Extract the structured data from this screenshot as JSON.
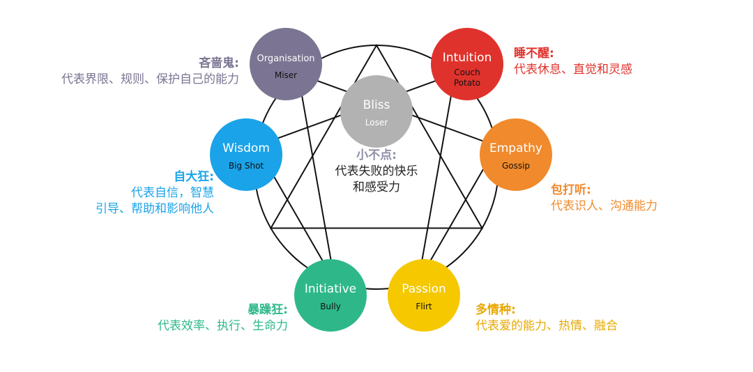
{
  "nodes": [
    {
      "id": "bliss",
      "title": "Bliss",
      "subtitle": "Loser",
      "color": "#b2b2b2",
      "label_title": "小不点:",
      "label_lines": [
        "代表失败的快乐",
        "和感受力"
      ],
      "label_color": "#8f8fa6",
      "label_desc_color": "#222222"
    },
    {
      "id": "intuition",
      "title": "Intuition",
      "subtitle": "Couch Potato",
      "color": "#e0322c",
      "label_title": "睡不醒:",
      "label_lines": [
        "代表休息、直觉和灵感"
      ],
      "label_color": "#e0322c",
      "label_desc_color": "#e0322c"
    },
    {
      "id": "empathy",
      "title": "Empathy",
      "subtitle": "Gossip",
      "color": "#f08a2c",
      "label_title": "包打听:",
      "label_lines": [
        "代表识人、沟通能力"
      ],
      "label_color": "#f08a2c",
      "label_desc_color": "#f08a2c"
    },
    {
      "id": "passion",
      "title": "Passion",
      "subtitle": "Flirt",
      "color": "#f5c800",
      "label_title": "多情种:",
      "label_lines": [
        "代表爱的能力、热情、融合"
      ],
      "label_color": "#e8a800",
      "label_desc_color": "#e8a800"
    },
    {
      "id": "initiative",
      "title": "Initiative",
      "subtitle": "Bully",
      "color": "#2eb88a",
      "label_title": "暴躁狂:",
      "label_lines": [
        "代表效率、执行、生命力"
      ],
      "label_color": "#2eb88a",
      "label_desc_color": "#2eb88a"
    },
    {
      "id": "wisdom",
      "title": "Wisdom",
      "subtitle": "Big Shot",
      "color": "#1aa3e8",
      "label_title": "自大狂:",
      "label_lines": [
        "代表自信，智慧",
        "引导、帮助和影响他人"
      ],
      "label_color": "#1aa3e8",
      "label_desc_color": "#1aa3e8"
    },
    {
      "id": "organisation",
      "title": "Organisation",
      "subtitle": "Miser",
      "color": "#7b7492",
      "label_title": "吝啬鬼:",
      "label_lines": [
        "代表界限、规则、保护自己的能力"
      ],
      "label_color": "#7b7492",
      "label_desc_color": "#7b7492"
    }
  ]
}
